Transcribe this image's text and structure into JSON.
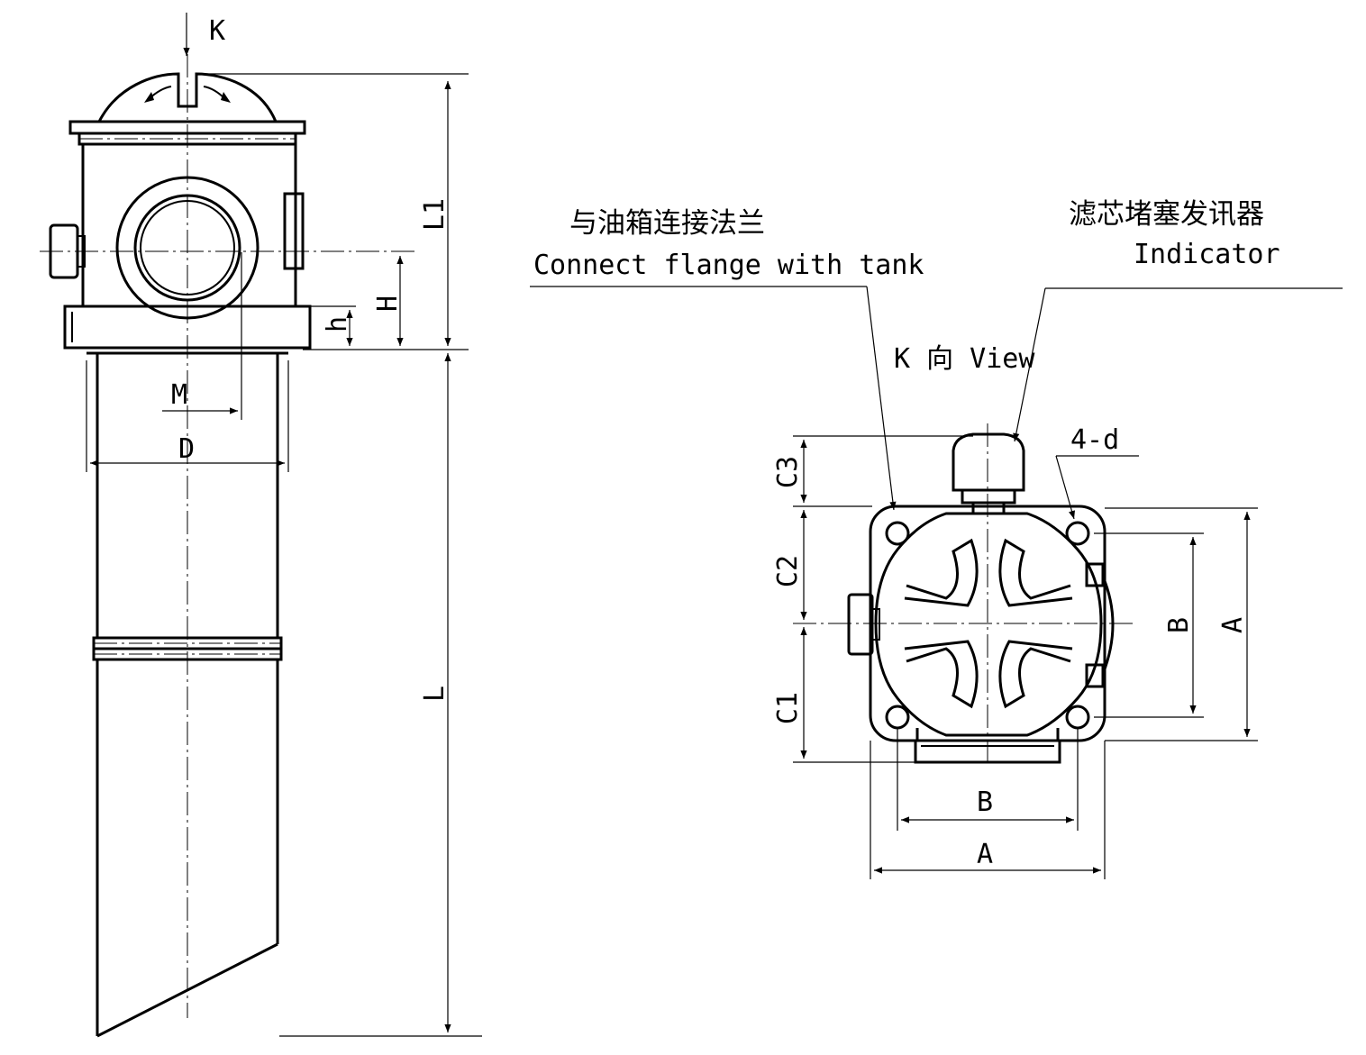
{
  "labels": {
    "view_arrow": "K",
    "dim_L1": "L1",
    "dim_H": "H",
    "dim_h": "h",
    "dim_M": "M",
    "dim_D": "D",
    "dim_L": "L",
    "flange_cn": "与油箱连接法兰",
    "flange_en": "Connect flange with tank",
    "indicator_cn": "滤芯堵塞发讯器",
    "indicator_en": "Indicator",
    "view_title": "K 向 View",
    "holes": "4-d",
    "dim_C3": "C3",
    "dim_C2": "C2",
    "dim_C1": "C1",
    "dim_B_vertical": "B",
    "dim_A_vertical": "A",
    "dim_B_horizontal": "B",
    "dim_A_horizontal": "A"
  }
}
